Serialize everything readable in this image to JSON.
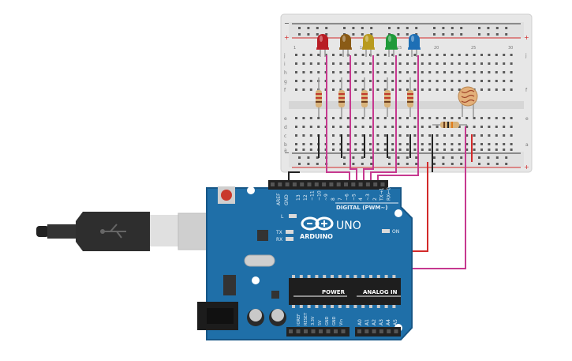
{
  "breadboard": {
    "top_rows": [
      "j",
      "i",
      "h",
      "g",
      "f"
    ],
    "bottom_rows": [
      "e",
      "d",
      "c",
      "b",
      "a"
    ],
    "column_labels": [
      "1",
      "5",
      "10",
      "15",
      "20",
      "25",
      "30"
    ],
    "rail_plus": "+",
    "rail_minus": "−"
  },
  "leds": [
    {
      "color": "#b81c24",
      "label": "red-led"
    },
    {
      "color": "#8a5b16",
      "label": "brown-led"
    },
    {
      "color": "#b89a1e",
      "label": "yellow-led"
    },
    {
      "color": "#1f9a3a",
      "label": "green-led"
    },
    {
      "color": "#1d6fb5",
      "label": "blue-led"
    }
  ],
  "wire_colors": {
    "pink": "#c6398f",
    "red": "#d22a2a",
    "black": "#222222"
  },
  "arduino": {
    "brand": "ARDUINO",
    "model": "UNO",
    "digital_label": "DIGITAL (PWM~)",
    "power_label": "POWER",
    "analog_label": "ANALOG IN",
    "on_label": "ON",
    "l_label": "L",
    "tx_label": "TX",
    "rx_label": "RX",
    "aref_label": "AREF",
    "gnd_top_label": "GND",
    "digital_pins": [
      "13",
      "12",
      "~11",
      "~10",
      "~9",
      "8",
      "7",
      "~6",
      "~5",
      "4",
      "~3",
      "2",
      "TX→1",
      "RX←0"
    ],
    "power_pins": [
      "IOREF",
      "RESET",
      "3.3V",
      "5V",
      "GND",
      "GND",
      "Vin"
    ],
    "analog_pins": [
      "A0",
      "A1",
      "A2",
      "A3",
      "A4",
      "A5"
    ],
    "board_color": "#1f6fa8",
    "board_edge": "#175787"
  },
  "usb": {
    "cable_color": "#333333",
    "plug_color": "#d9d9d9"
  }
}
